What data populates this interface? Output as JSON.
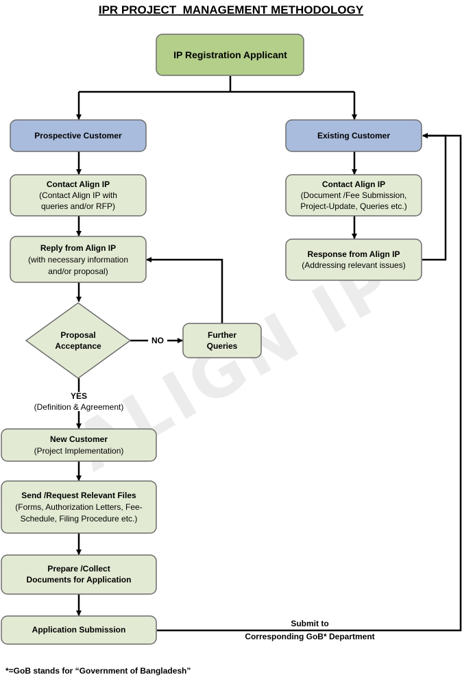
{
  "title": "IPR PROJECT  MANAGEMENT METHODOLOGY",
  "watermark": "ALIGN IP",
  "nodes": {
    "applicant": "IP Registration Applicant",
    "prospective": "Prospective Customer",
    "existing": "Existing Customer",
    "contact_left": [
      "Contact Align IP",
      "(Contact Align IP with",
      "queries and/or RFP)"
    ],
    "contact_right": [
      "Contact Align IP",
      "(Document /Fee Submission,",
      "Project-Update, Queries etc.)"
    ],
    "reply": [
      "Reply from Align IP",
      "(with necessary information",
      "and/or proposal)"
    ],
    "response": [
      "Response from Align IP",
      "(Addressing relevant issues)"
    ],
    "proposal": [
      "Proposal",
      "Acceptance"
    ],
    "further": [
      "Further",
      "Queries"
    ],
    "new_customer": [
      "New Customer",
      "(Project Implementation)"
    ],
    "send": [
      "Send /Request Relevant Files",
      "(Forms, Authorization Letters, Fee-",
      "Schedule, Filing Procedure etc.)"
    ],
    "prepare": [
      "Prepare /Collect",
      "Documents for Application"
    ],
    "submission": "Application Submission"
  },
  "labels": {
    "no": "NO",
    "yes": "YES",
    "definition": "(Definition & Agreement)",
    "submit": [
      "Submit to",
      "Corresponding GoB* Department"
    ]
  },
  "footnote": "*=GoB stands for “Government of Bangladesh”"
}
